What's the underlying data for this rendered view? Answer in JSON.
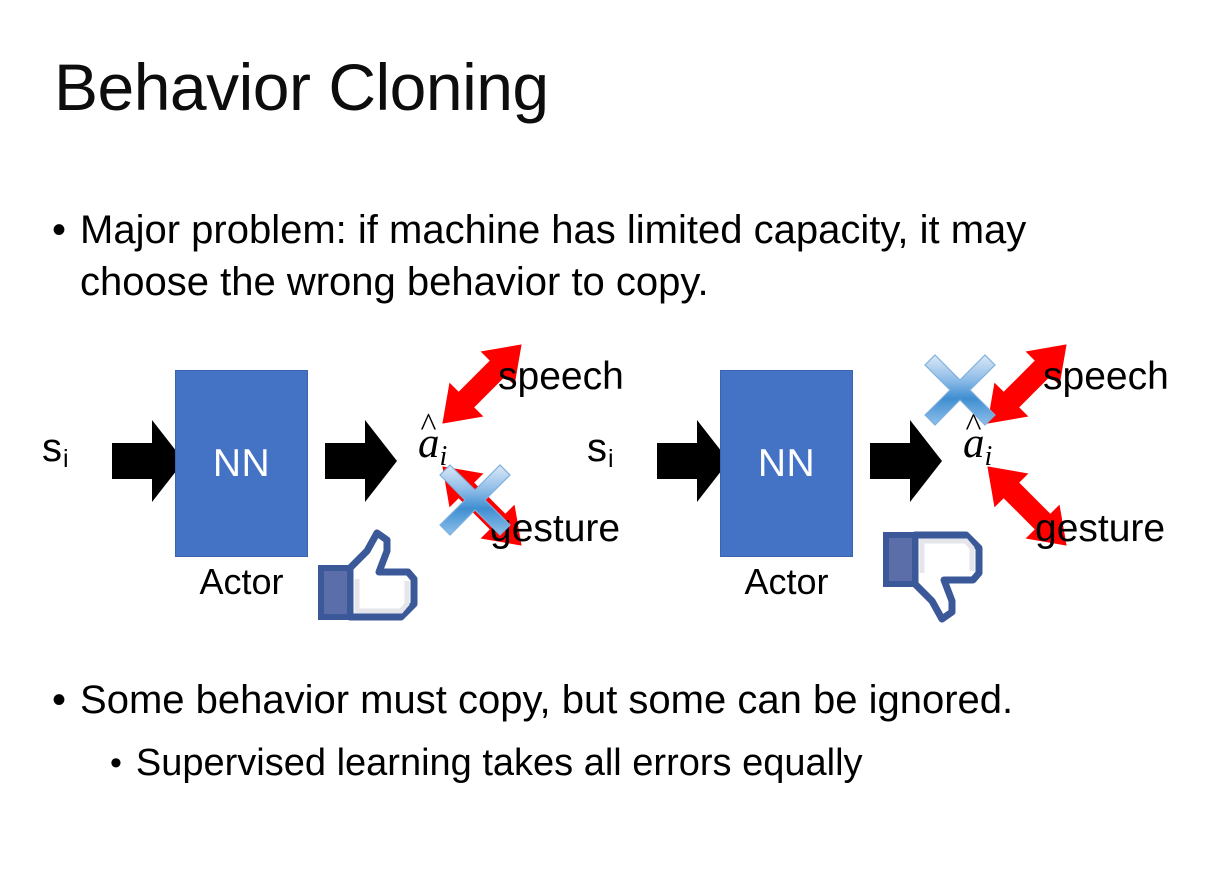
{
  "slide": {
    "title": "Behavior Cloning",
    "background_color": "#FFFFFF"
  },
  "bullets": [
    {
      "level": 1,
      "marker": "•",
      "text": "Major problem: if machine has limited capacity, it may choose the wrong behavior to copy."
    },
    {
      "level": 1,
      "marker": "•",
      "text": "Some behavior must copy, but some can be ignored."
    },
    {
      "level": 2,
      "marker": "•",
      "text": "Supervised learning takes all errors equally"
    }
  ],
  "colors": {
    "nn_box_fill": "#4472C4",
    "nn_box_border": "#3B64AE",
    "arrow_black": "#000000",
    "arrow_red": "#FF0000",
    "x_blue": "#4A90D9",
    "thumb_blue": "#3B5998",
    "text": "#000000"
  },
  "diagrams": [
    {
      "id": "left",
      "state_symbol": "s",
      "state_subscript": "i",
      "model_label": "NN",
      "model_caption": "Actor",
      "action_symbol": "a",
      "action_hat": "̂",
      "action_subscript": "i",
      "in_arrow_icon": "block-arrow-right-icon",
      "out_arrow_icon": "block-arrow-right-icon",
      "outcomes": [
        {
          "label": "speech",
          "direction": "up-right",
          "crossed_out": false
        },
        {
          "label": "gesture",
          "direction": "down-right",
          "crossed_out": true
        }
      ],
      "verdict_icon": "thumbs-up-icon",
      "verdict": "good"
    },
    {
      "id": "right",
      "state_symbol": "s",
      "state_subscript": "i",
      "model_label": "NN",
      "model_caption": "Actor",
      "action_symbol": "a",
      "action_hat": "̂",
      "action_subscript": "i",
      "in_arrow_icon": "block-arrow-right-icon",
      "out_arrow_icon": "block-arrow-right-icon",
      "outcomes": [
        {
          "label": "speech",
          "direction": "up-right",
          "crossed_out": true
        },
        {
          "label": "gesture",
          "direction": "down-right",
          "crossed_out": false
        }
      ],
      "verdict_icon": "thumbs-down-icon",
      "verdict": "bad"
    }
  ]
}
